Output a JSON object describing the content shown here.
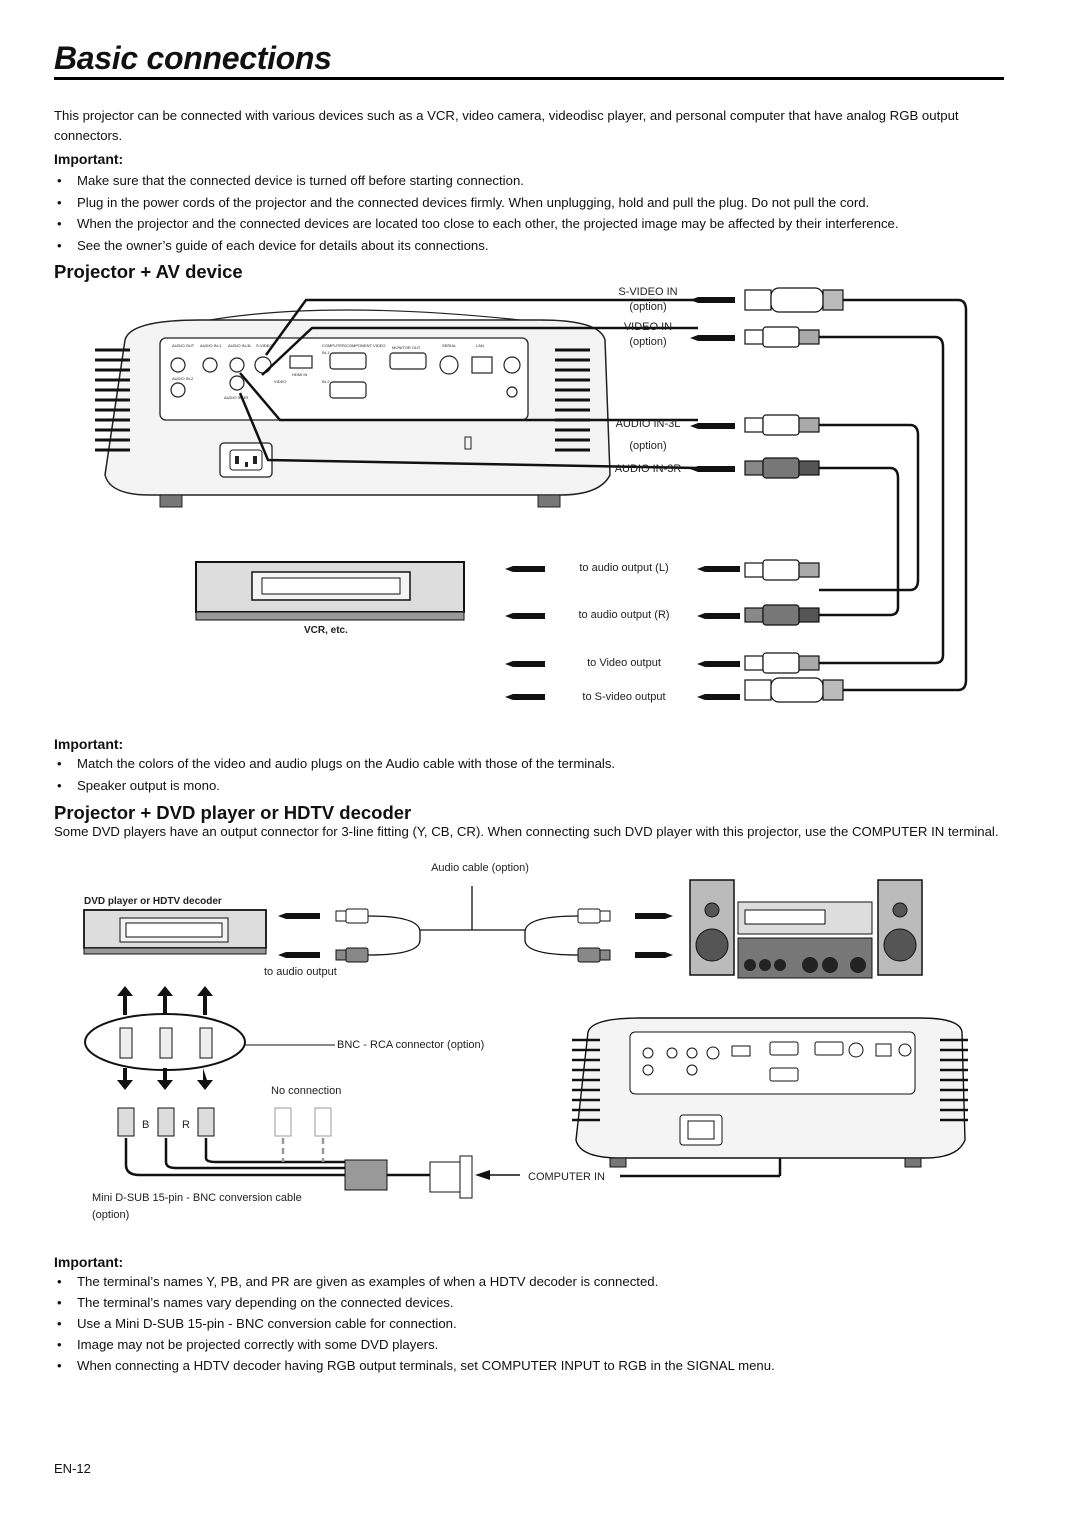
{
  "title": "Basic connections",
  "intro": "This projector can be connected with various devices such as a VCR, video camera, videodisc player, and personal computer that have analog RGB output connectors.",
  "important1": {
    "heading": "Important:",
    "items": [
      "Make sure that the connected device is turned off before starting connection.",
      "Plug in the power cords of the projector and the connected devices firmly. When unplugging, hold and pull the plug. Do not pull the cord.",
      "When the projector and the connected devices are located too close to each other, the projected image may be affected by their interference.",
      "See the owner’s guide of each device for details about its connections."
    ]
  },
  "section_av": {
    "heading": "Projector + AV device",
    "labels": {
      "svideo_in": "S-VIDEO IN",
      "svideo_opt": "(option)",
      "video_in": "VIDEO IN",
      "video_opt": "(option)",
      "audio_3l": "AUDIO IN-3L",
      "audio_opt": "(option)",
      "audio_3r": "AUDIO IN-3R",
      "out_l": "to audio output (L)",
      "out_r": "to audio output (R)",
      "out_video": "to Video output",
      "out_svideo": "to S-video output",
      "vcr": "VCR, etc."
    },
    "panel": {
      "audio_out": "AUDIO OUT",
      "audio_in1": "AUDIO IN-1",
      "audio_in3l": "AUDIO IN-3L",
      "svideo": "S-VIDEO",
      "computer": "COMPUTER/COMPONENT VIDEO",
      "monitor_out": "MONITOR OUT",
      "serial": "SERIAL",
      "lan": "LAN",
      "hdmi_in": "HDMI IN",
      "audio_in2": "AUDIO IN-2",
      "in1": "IN-1",
      "in2": "IN-2",
      "video": "VIDEO",
      "audio_in3r": "AUDIO IN-3R"
    }
  },
  "important2": {
    "heading": "Important:",
    "items": [
      "Match the colors of the video and audio plugs on the Audio cable with those of the terminals.",
      "Speaker output is mono."
    ]
  },
  "section_dvd": {
    "heading": "Projector + DVD player or HDTV decoder",
    "intro": "Some DVD players have an output connector for 3-line fitting (Y, CB, CR). When connecting such DVD player with this projector, use the COMPUTER IN terminal.",
    "labels": {
      "audio_cable": "Audio cable (option)",
      "dvd": "DVD player or HDTV decoder",
      "to_audio": "to audio output",
      "bnc_rca": "BNC - RCA connector (option)",
      "no_conn": "No connection",
      "b": "B",
      "r": "R",
      "computer_in": "COMPUTER IN",
      "conv_cable": "Mini D-SUB 15-pin - BNC conversion cable (option)"
    }
  },
  "important3": {
    "heading": "Important:",
    "items": [
      "The terminal’s names Y, PB, and PR are given as examples of when a HDTV decoder is connected.",
      "The terminal’s names vary depending on the connected devices.",
      "Use a Mini D-SUB 15-pin - BNC conversion cable for connection.",
      "Image may not be projected correctly with some DVD players.",
      "When connecting a HDTV decoder having RGB output terminals, set COMPUTER INPUT to RGB in the SIGNAL menu."
    ]
  },
  "footer": {
    "page": "EN-12"
  }
}
